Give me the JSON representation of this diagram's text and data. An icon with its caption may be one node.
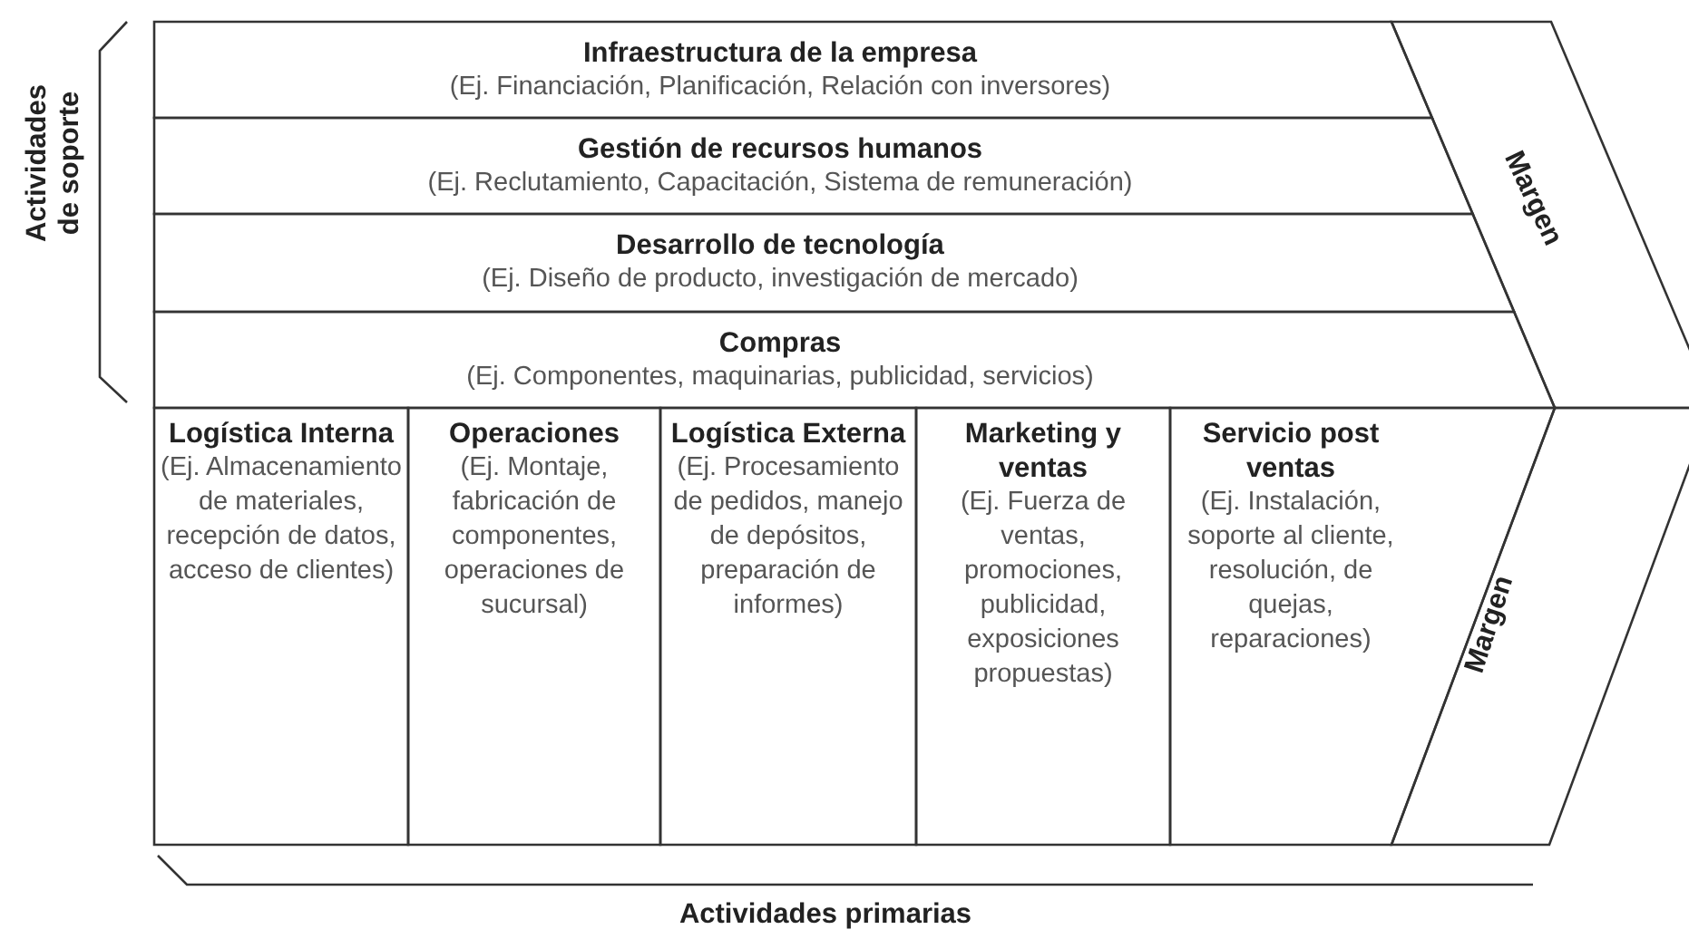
{
  "diagram": {
    "nodes": [
      {
        "text": [
          "Infraestructura de la empresa",
          "(Ej. Financiación, Planificación, Relación con inversores)"
        ]
      },
      {
        "text": [
          "Gestión de recursos humanos",
          "(Ej. Reclutamiento, Capacitación, Sistema de remuneración)"
        ]
      },
      {
        "text": [
          "Desarrollo de tecnología",
          "(Ej. Diseño de producto, investigación de mercado)"
        ]
      },
      {
        "text": [
          "Compras",
          "(Ej. Componentes, maquinarias, publicidad, servicios)"
        ]
      },
      {
        "text": [
          "Logística Interna",
          "(Ej. Almacenamiento de materiales, recepción de datos, acceso de clientes)"
        ]
      },
      {
        "text": [
          "Operaciones",
          "(Ej. Montaje, fabricación de componentes, operaciones de sucursal)"
        ]
      },
      {
        "text": [
          "Logística Externa",
          "(Ej. Procesamiento de pedidos, manejo de depósitos, preparación de informes)"
        ]
      },
      {
        "text": [
          "Marketing y ventas",
          "(Ej. Fuerza de ventas, promociones, publicidad, exposiciones propuestas)"
        ]
      },
      {
        "text": [
          "Servicio post ventas",
          "(Ej. Instalación, soporte al cliente, resolución, de quejas, reparaciones)"
        ]
      },
      {
        "text": [
          "Margen"
        ]
      },
      {
        "text": [
          "Margen"
        ]
      }
    ],
    "labels": [
      "Actividades de soporte",
      "Actividades primarias"
    ]
  }
}
